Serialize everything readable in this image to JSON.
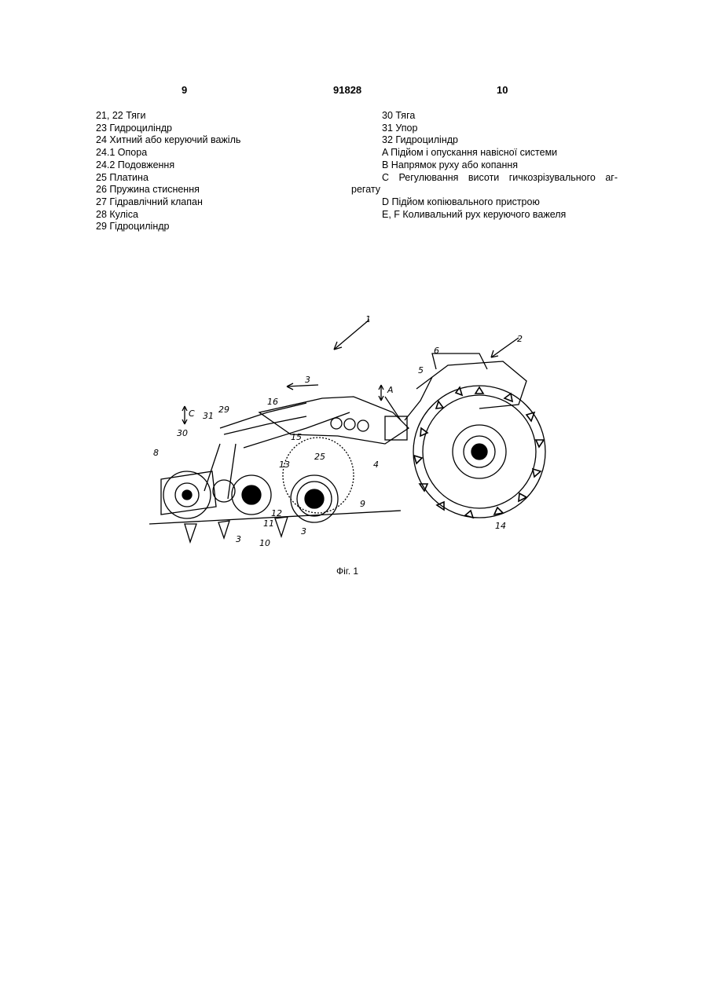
{
  "header": {
    "page_left": "9",
    "patent_number": "91828",
    "page_right": "10"
  },
  "legend_left": [
    "21, 22 Тяги",
    "23 Гидроциліндр",
    "24 Хитний або керуючий важіль",
    "24.1 Опора",
    "24.2 Подовження",
    "25 Платина",
    "26 Пружина стиснення",
    "27 Гідравлічний клапан",
    "28 Куліса",
    "29 Гідроциліндр"
  ],
  "legend_right": {
    "items_top": [
      "30 Тяга",
      "31 Упор",
      "32 Гидроциліндр",
      "A Підйом і опускання навісної системи",
      "B Напрямок руху або копання"
    ],
    "item_c_line1": "C Регулювання висоти гичкозрізувального аг-",
    "item_c_line2": "регату",
    "items_bottom": [
      "D Підйом копіювального пристрою",
      "E, F Коливальний рух керуючого важеля"
    ]
  },
  "figure": {
    "caption": "Фіг. 1",
    "labels": [
      "1",
      "2",
      "3",
      "5",
      "6",
      "A",
      "C",
      "31",
      "29",
      "30",
      "16",
      "15",
      "25",
      "4",
      "8",
      "9",
      "12",
      "11",
      "13",
      "14",
      "3",
      "3",
      "10"
    ]
  }
}
